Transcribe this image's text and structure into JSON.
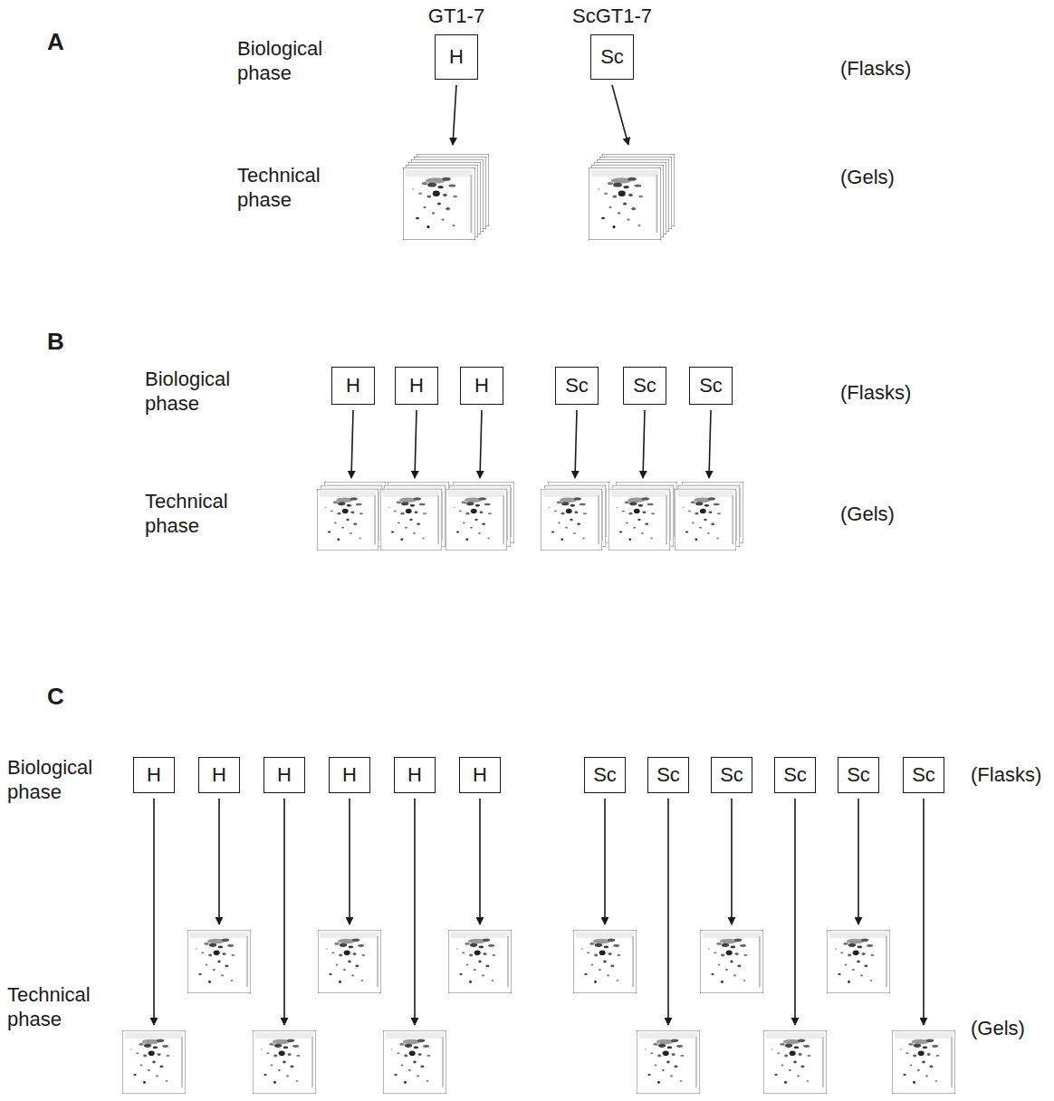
{
  "diagram": {
    "nodes": [
      {
        "text": [
          "GT1-7",
          "H"
        ]
      },
      {
        "text": [
          "ScGT1-7",
          "Sc"
        ]
      },
      {
        "text": [
          "H"
        ]
      },
      {
        "text": [
          "H"
        ]
      },
      {
        "text": [
          "H"
        ]
      },
      {
        "text": [
          "Sc"
        ]
      },
      {
        "text": [
          "Sc"
        ]
      },
      {
        "text": [
          "Sc"
        ]
      },
      {
        "text": [
          "H"
        ]
      },
      {
        "text": [
          "H"
        ]
      },
      {
        "text": [
          "H"
        ]
      },
      {
        "text": [
          "H"
        ]
      },
      {
        "text": [
          "H"
        ]
      },
      {
        "text": [
          "H"
        ]
      },
      {
        "text": [
          "Sc"
        ]
      },
      {
        "text": [
          "Sc"
        ]
      },
      {
        "text": [
          "Sc"
        ]
      },
      {
        "text": [
          "Sc"
        ]
      },
      {
        "text": [
          "Sc"
        ]
      },
      {
        "text": [
          "Sc"
        ]
      }
    ],
    "labels": [
      "A",
      "Biological phase",
      "(Flasks)",
      "Technical phase",
      "(Gels)",
      "B",
      "Biological phase",
      "(Flasks)",
      "Technical phase",
      "(Gels)",
      "C",
      "Biological phase",
      "(Flasks)",
      "Technical phase",
      "(Gels)"
    ]
  }
}
